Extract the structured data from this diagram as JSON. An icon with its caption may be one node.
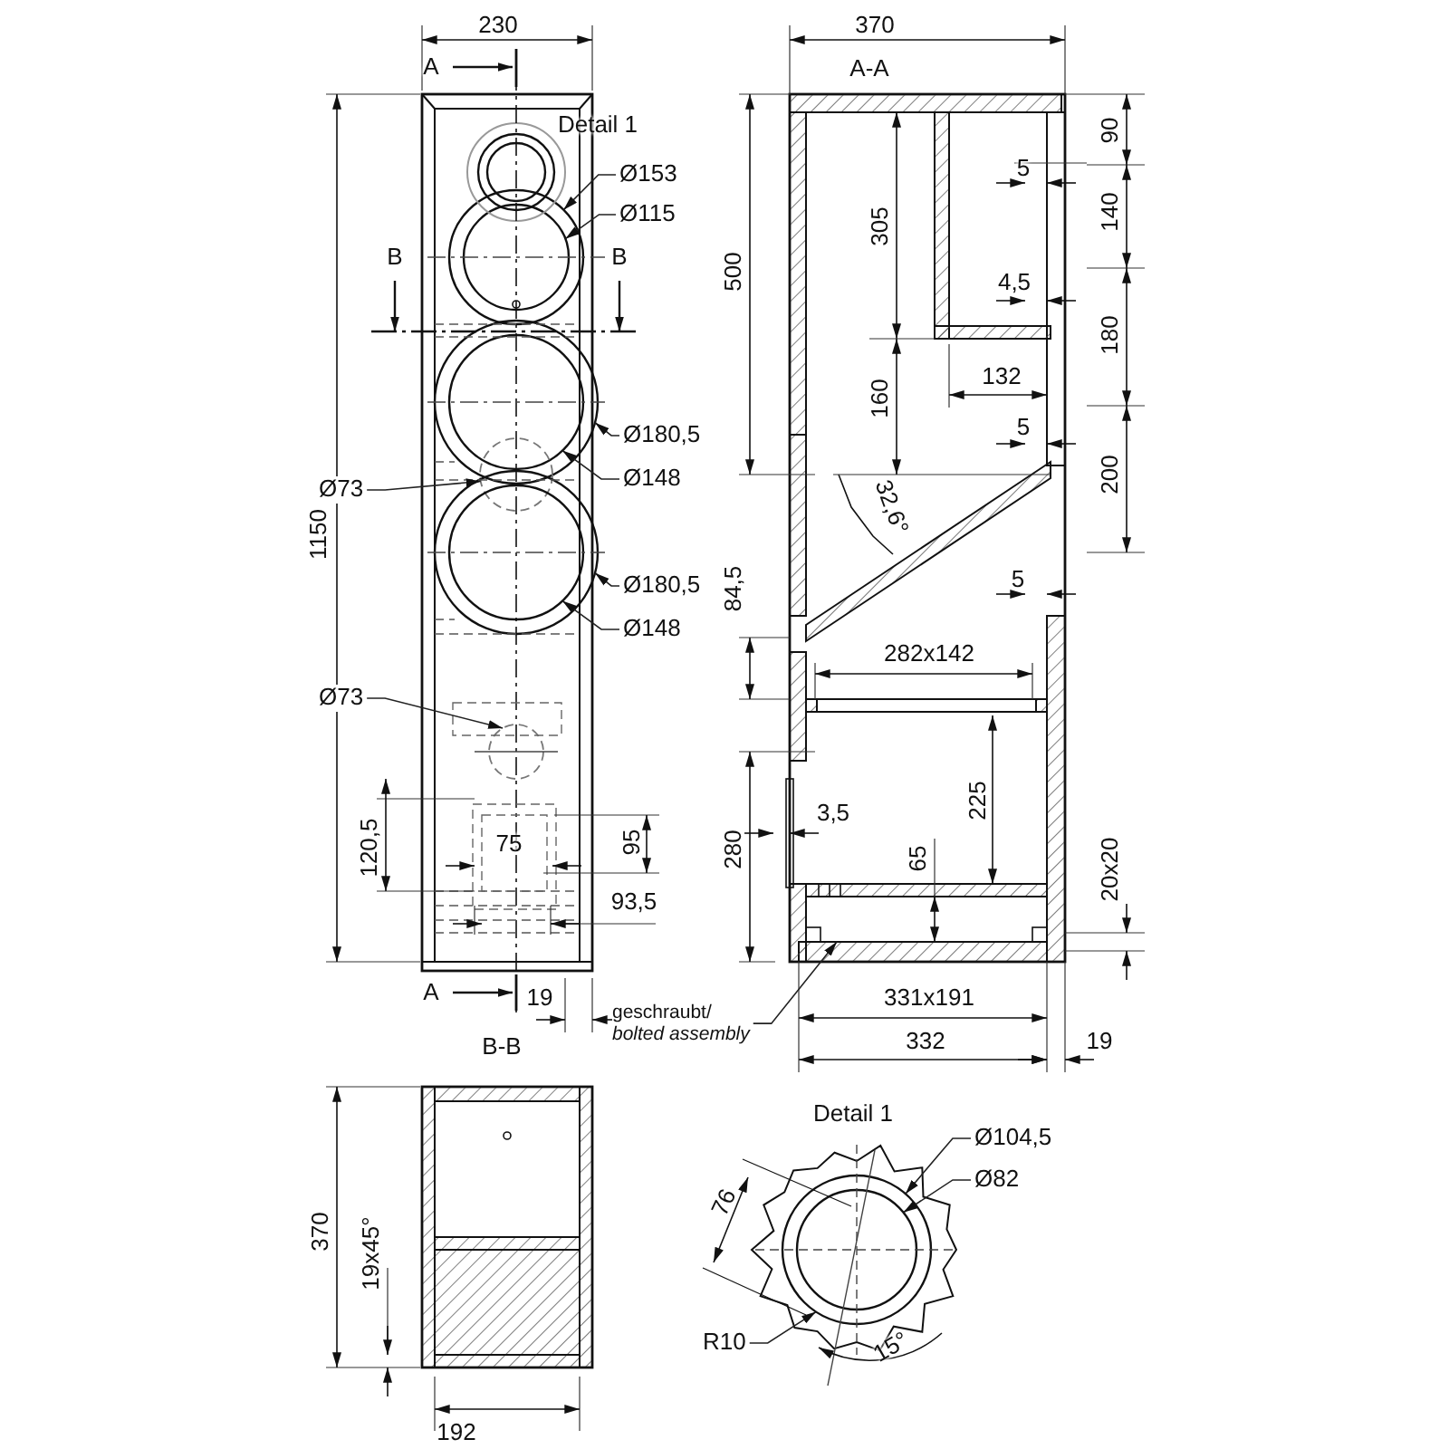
{
  "diagram": {
    "nodes": [
      {
        "text": [
          "Ø153"
        ]
      },
      {
        "text": [
          "Ø115"
        ]
      },
      {
        "text": [
          "Ø180,5"
        ]
      },
      {
        "text": [
          "Ø148"
        ]
      },
      {
        "text": [
          "Ø73"
        ]
      },
      {
        "text": [
          "Ø180,5"
        ]
      },
      {
        "text": [
          "Ø148"
        ]
      },
      {
        "text": [
          "Ø73"
        ]
      },
      {
        "text": [
          "geschraubt/",
          "bolted assembly"
        ]
      },
      {
        "text": [
          "Ø104,5"
        ]
      },
      {
        "text": [
          "Ø82"
        ]
      },
      {
        "text": [
          "R10"
        ]
      },
      {
        "text": [],
        "shape": "circle"
      },
      {
        "text": [],
        "shape": "circle",
        "in": 12
      },
      {
        "text": [],
        "shape": "circle"
      },
      {
        "text": [],
        "shape": "circle",
        "in": 14
      },
      {
        "text": [],
        "shape": "circle"
      },
      {
        "text": [],
        "shape": "circle"
      },
      {
        "text": [],
        "shape": "circle",
        "in": 17
      },
      {
        "text": [],
        "shape": "circle"
      },
      {
        "text": [],
        "shape": "bar"
      },
      {
        "text": [],
        "shape": "circle"
      },
      {
        "text": [],
        "shape": "circle",
        "in": 21
      }
    ],
    "edges": [
      {
        "from": 0,
        "to": 12,
        "arrow": "to"
      },
      {
        "from": 1,
        "to": 13,
        "arrow": "to"
      },
      {
        "from": 2,
        "to": 14,
        "arrow": "to"
      },
      {
        "from": 3,
        "to": 15,
        "arrow": "to"
      },
      {
        "from": 4,
        "to": 16,
        "arrow": "to"
      },
      {
        "from": 5,
        "to": 17,
        "arrow": "to"
      },
      {
        "from": 6,
        "to": 18,
        "arrow": "to"
      },
      {
        "from": 7,
        "to": 19,
        "arrow": "to"
      },
      {
        "from": 8,
        "to": 20,
        "arrow": "to"
      },
      {
        "from": 9,
        "to": 21,
        "arrow": "to"
      },
      {
        "from": 10,
        "to": 22,
        "arrow": "to"
      },
      {
        "from": 11,
        "to": 21,
        "arrow": "to"
      }
    ],
    "labels": [
      "230",
      "A",
      "Detail 1",
      "B",
      "B",
      "1150",
      "120,5",
      "75",
      "95",
      "93,5",
      "A",
      "19",
      "B-B",
      "370",
      "A-A",
      "500",
      "305",
      "5",
      "90",
      "140",
      "4,5",
      "180",
      "160",
      "132",
      "5",
      "200",
      "32,6°",
      "84,5",
      "5",
      "282x142",
      "280",
      "3,5",
      "225",
      "65",
      "20x20",
      "331x191",
      "332",
      "19",
      "370",
      "19x45°",
      "192",
      "Detail 1",
      "76",
      "15°"
    ]
  }
}
